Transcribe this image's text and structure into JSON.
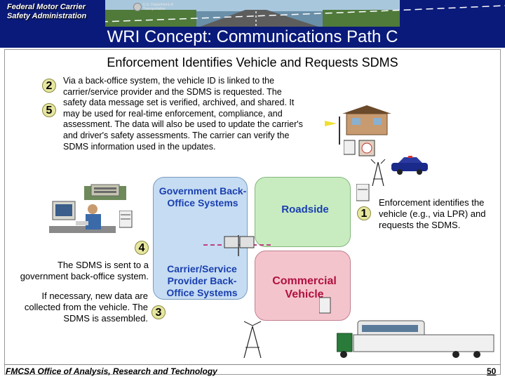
{
  "header": {
    "agency_line1": "Federal Motor Carrier",
    "agency_line2": "Safety Administration",
    "dot_line1": "U.S. Department of",
    "dot_line2": "Transportation",
    "title": "WRI Concept: Communications Path C"
  },
  "subtitle": "Enforcement Identifies Vehicle and Requests SDMS",
  "steps": {
    "s1": "1",
    "s2": "2",
    "s3": "3",
    "s4": "4",
    "s5": "5"
  },
  "description": "Via a back-office system, the vehicle ID is linked to the carrier/service provider and the SDMS is requested. The safety data message set is verified, archived, and shared. It may be used for real-time enforcement, compliance, and assessment. The data will also be used to update the carrier's and driver's safety assessments. The carrier can verify the SDMS information used in the updates.",
  "boxes": {
    "government": "Government Back-Office Systems",
    "carrier": "Carrier/Service Provider Back-Office Systems",
    "roadside": "Roadside",
    "commercial": "Commercial Vehicle"
  },
  "notes": {
    "sent": "The SDMS is sent to a government back-office system.",
    "collected": "If necessary, new data are collected from the vehicle. The SDMS is assembled.",
    "enforcement": "Enforcement identifies the vehicle (e.g., via LPR) and requests the SDMS."
  },
  "footer": {
    "office": "FMCSA Office of Analysis, Research and Technology",
    "page": "50"
  },
  "colors": {
    "header_bg": "#0a1a7a",
    "government_box": "#c5dcf2",
    "roadside_box": "#c8ecc0",
    "commercial_box": "#f4c4cc",
    "label_blue": "#1a3fb0",
    "label_red": "#b01040"
  }
}
